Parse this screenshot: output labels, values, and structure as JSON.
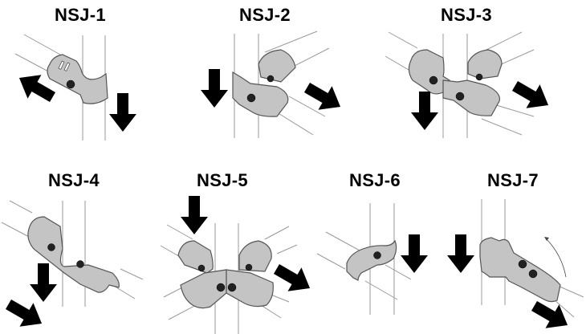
{
  "diagram": {
    "joints": [
      {
        "label": "NSJ-1",
        "arrows": [
          "up-left",
          "down"
        ]
      },
      {
        "label": "NSJ-2",
        "arrows": [
          "down",
          "down-right"
        ]
      },
      {
        "label": "NSJ-3",
        "arrows": [
          "down",
          "down-right"
        ]
      },
      {
        "label": "NSJ-4",
        "arrows": [
          "down",
          "down-right"
        ]
      },
      {
        "label": "NSJ-5",
        "arrows": [
          "down",
          "down-right"
        ]
      },
      {
        "label": "NSJ-6",
        "arrows": [
          "down"
        ]
      },
      {
        "label": "NSJ-7",
        "arrows": [
          "down",
          "down-right",
          "rotate"
        ]
      }
    ],
    "colors": {
      "fitting": "#c4c4c4",
      "pipe_line": "#9a9a9a",
      "arrow": "#000000"
    }
  }
}
